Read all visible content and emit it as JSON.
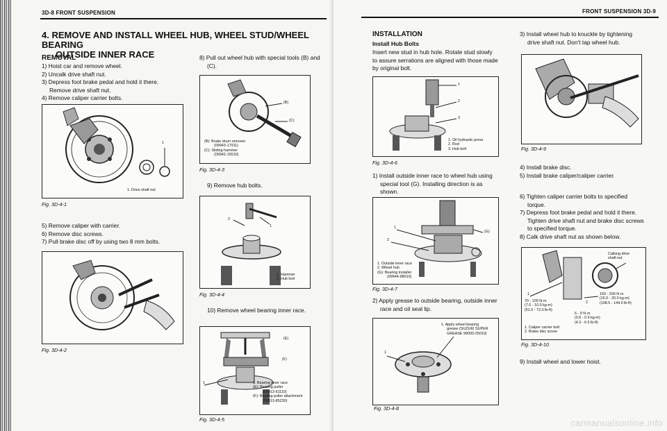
{
  "left": {
    "header": "3D-8  FRONT SUSPENSION",
    "title_line1": "4. REMOVE AND INSTALL WHEEL HUB, WHEEL STUD/WHEEL BEARING",
    "title_line2": "OUTSIDE INNER RACE",
    "removal_heading": "REMOVAL",
    "steps_a": [
      "1) Hoist car and remove wheel.",
      "2) Uncalk drive shaft nut.",
      "3) Depress foot brake pedal and hold it there.",
      "Remove drive shaft nut.",
      "4) Remove caliper carrier bolts."
    ],
    "steps_b": [
      "5) Remove caliper with carrier.",
      "6) Remove disc screws.",
      "7) Pull brake disc off by using two 8 mm bolts."
    ],
    "step8": [
      "8) Pull out wheel hub with special tools (B) and",
      "(C)."
    ],
    "step9": "9) Remove hub bolts.",
    "step10": "10) Remove wheel bearing inner race.",
    "fig1": {
      "caption": "Fig. 3D-4-1",
      "callout": "1",
      "legend": "1.  Drive shaft nut"
    },
    "fig2": {
      "caption": "Fig. 3D-4-2"
    },
    "fig3": {
      "caption": "Fig. 3D-4-3",
      "callout_b": "(B)",
      "callout_c": "(C)",
      "legend": [
        "(B):  Brake drum remover",
        "(09943-17911)",
        "(C):  Sliding hammer",
        "(09942-15510)"
      ]
    },
    "fig4": {
      "caption": "Fig. 3D-4-4",
      "callout_1": "1",
      "callout_2": "2",
      "legend": [
        "1.  Hammer",
        "2.  Hub bolt"
      ]
    },
    "fig5": {
      "caption": "Fig. 3D-4-5",
      "callout_e": "(E)",
      "callout_f": "(F)",
      "callout_1": "1",
      "legend": [
        "1.  Bearing inner race",
        "(E):  Bearing puller",
        "(09913-61110)",
        "(F):  Bearing puller attachment",
        "(09913-85230)"
      ]
    }
  },
  "right": {
    "header": "FRONT SUSPENSION  3D-9",
    "install_heading": "INSTALLATION",
    "sub_heading": "Install Hub Bolts",
    "intro": [
      "Insert new stud in hub hole. Rotate stud slowly",
      "to assure serrations are aligned with those made",
      "by original bolt."
    ],
    "step1": [
      "1) Install outside inner race to wheel hub using",
      "special tool (G). Installing direction is as",
      "shown."
    ],
    "step2": [
      "2) Apply grease to outside bearing, outside inner",
      "race and oil seal lip."
    ],
    "step3": [
      "3) Install wheel hub to knuckle by tightening",
      "drive shaft nut. Don't tap wheel hub."
    ],
    "steps_45": [
      "4) Install brake disc.",
      "5) Install brake caliper/caliper carrier."
    ],
    "steps_68": [
      "6) Tighten caliper carrier bolts to specified",
      "torque.",
      "7) Depress foot brake pedal and hold it there.",
      "Tighten drive shaft nut and brake disc screws",
      "to specified torque.",
      "8) Calk drive shaft nut as shown below."
    ],
    "step9": "9) Install wheel and lower hoist.",
    "fig6": {
      "caption": "Fig. 3D-4-6",
      "callouts": [
        "1",
        "2",
        "3"
      ],
      "legend": [
        "1.  Oil hydraulic press",
        "2.  Rod",
        "3.  Hub bolt"
      ]
    },
    "fig7": {
      "caption": "Fig. 3D-4-7",
      "callout_1": "1",
      "callout_2": "2",
      "callout_g": "(G)",
      "legend": [
        "1.  Outside inner race",
        "2.  Wheel hub",
        "(G):  Bearing installer",
        "(09944-98010)"
      ]
    },
    "fig8": {
      "caption": "Fig. 3D-4-8",
      "callout_1": "1",
      "legend": [
        "1.  Apply wheel bearing",
        "grease (SUZUKI SUPER",
        "GREASE 99000-25010)"
      ]
    },
    "fig9": {
      "caption": "Fig. 3D-4-9"
    },
    "fig10": {
      "caption": "Fig. 3D-4-10",
      "callout_1": "1",
      "callout_2": "2",
      "calk_label": [
        "Calking drive",
        "shaft nut"
      ],
      "torque_a": [
        "70 - 100 N·m",
        "(7.0 - 10.0 kg-m)",
        "(51.0 - 72.0 lb-ft)"
      ],
      "torque_b": [
        "150 - 200 N·m",
        "(15.0 - 20.0 kg-m)",
        "(108.5 - 144.0 lb-ft)"
      ],
      "torque_c": [
        "6 - 9 N·m",
        "(0.6 - 0.9 kg-m)",
        "(4.3 - 6.5 lb-ft)"
      ],
      "legend": [
        "1.  Caliper carrier bolt",
        "2.  Brake disc screw"
      ]
    }
  },
  "watermark": "carmanualsonline.info"
}
